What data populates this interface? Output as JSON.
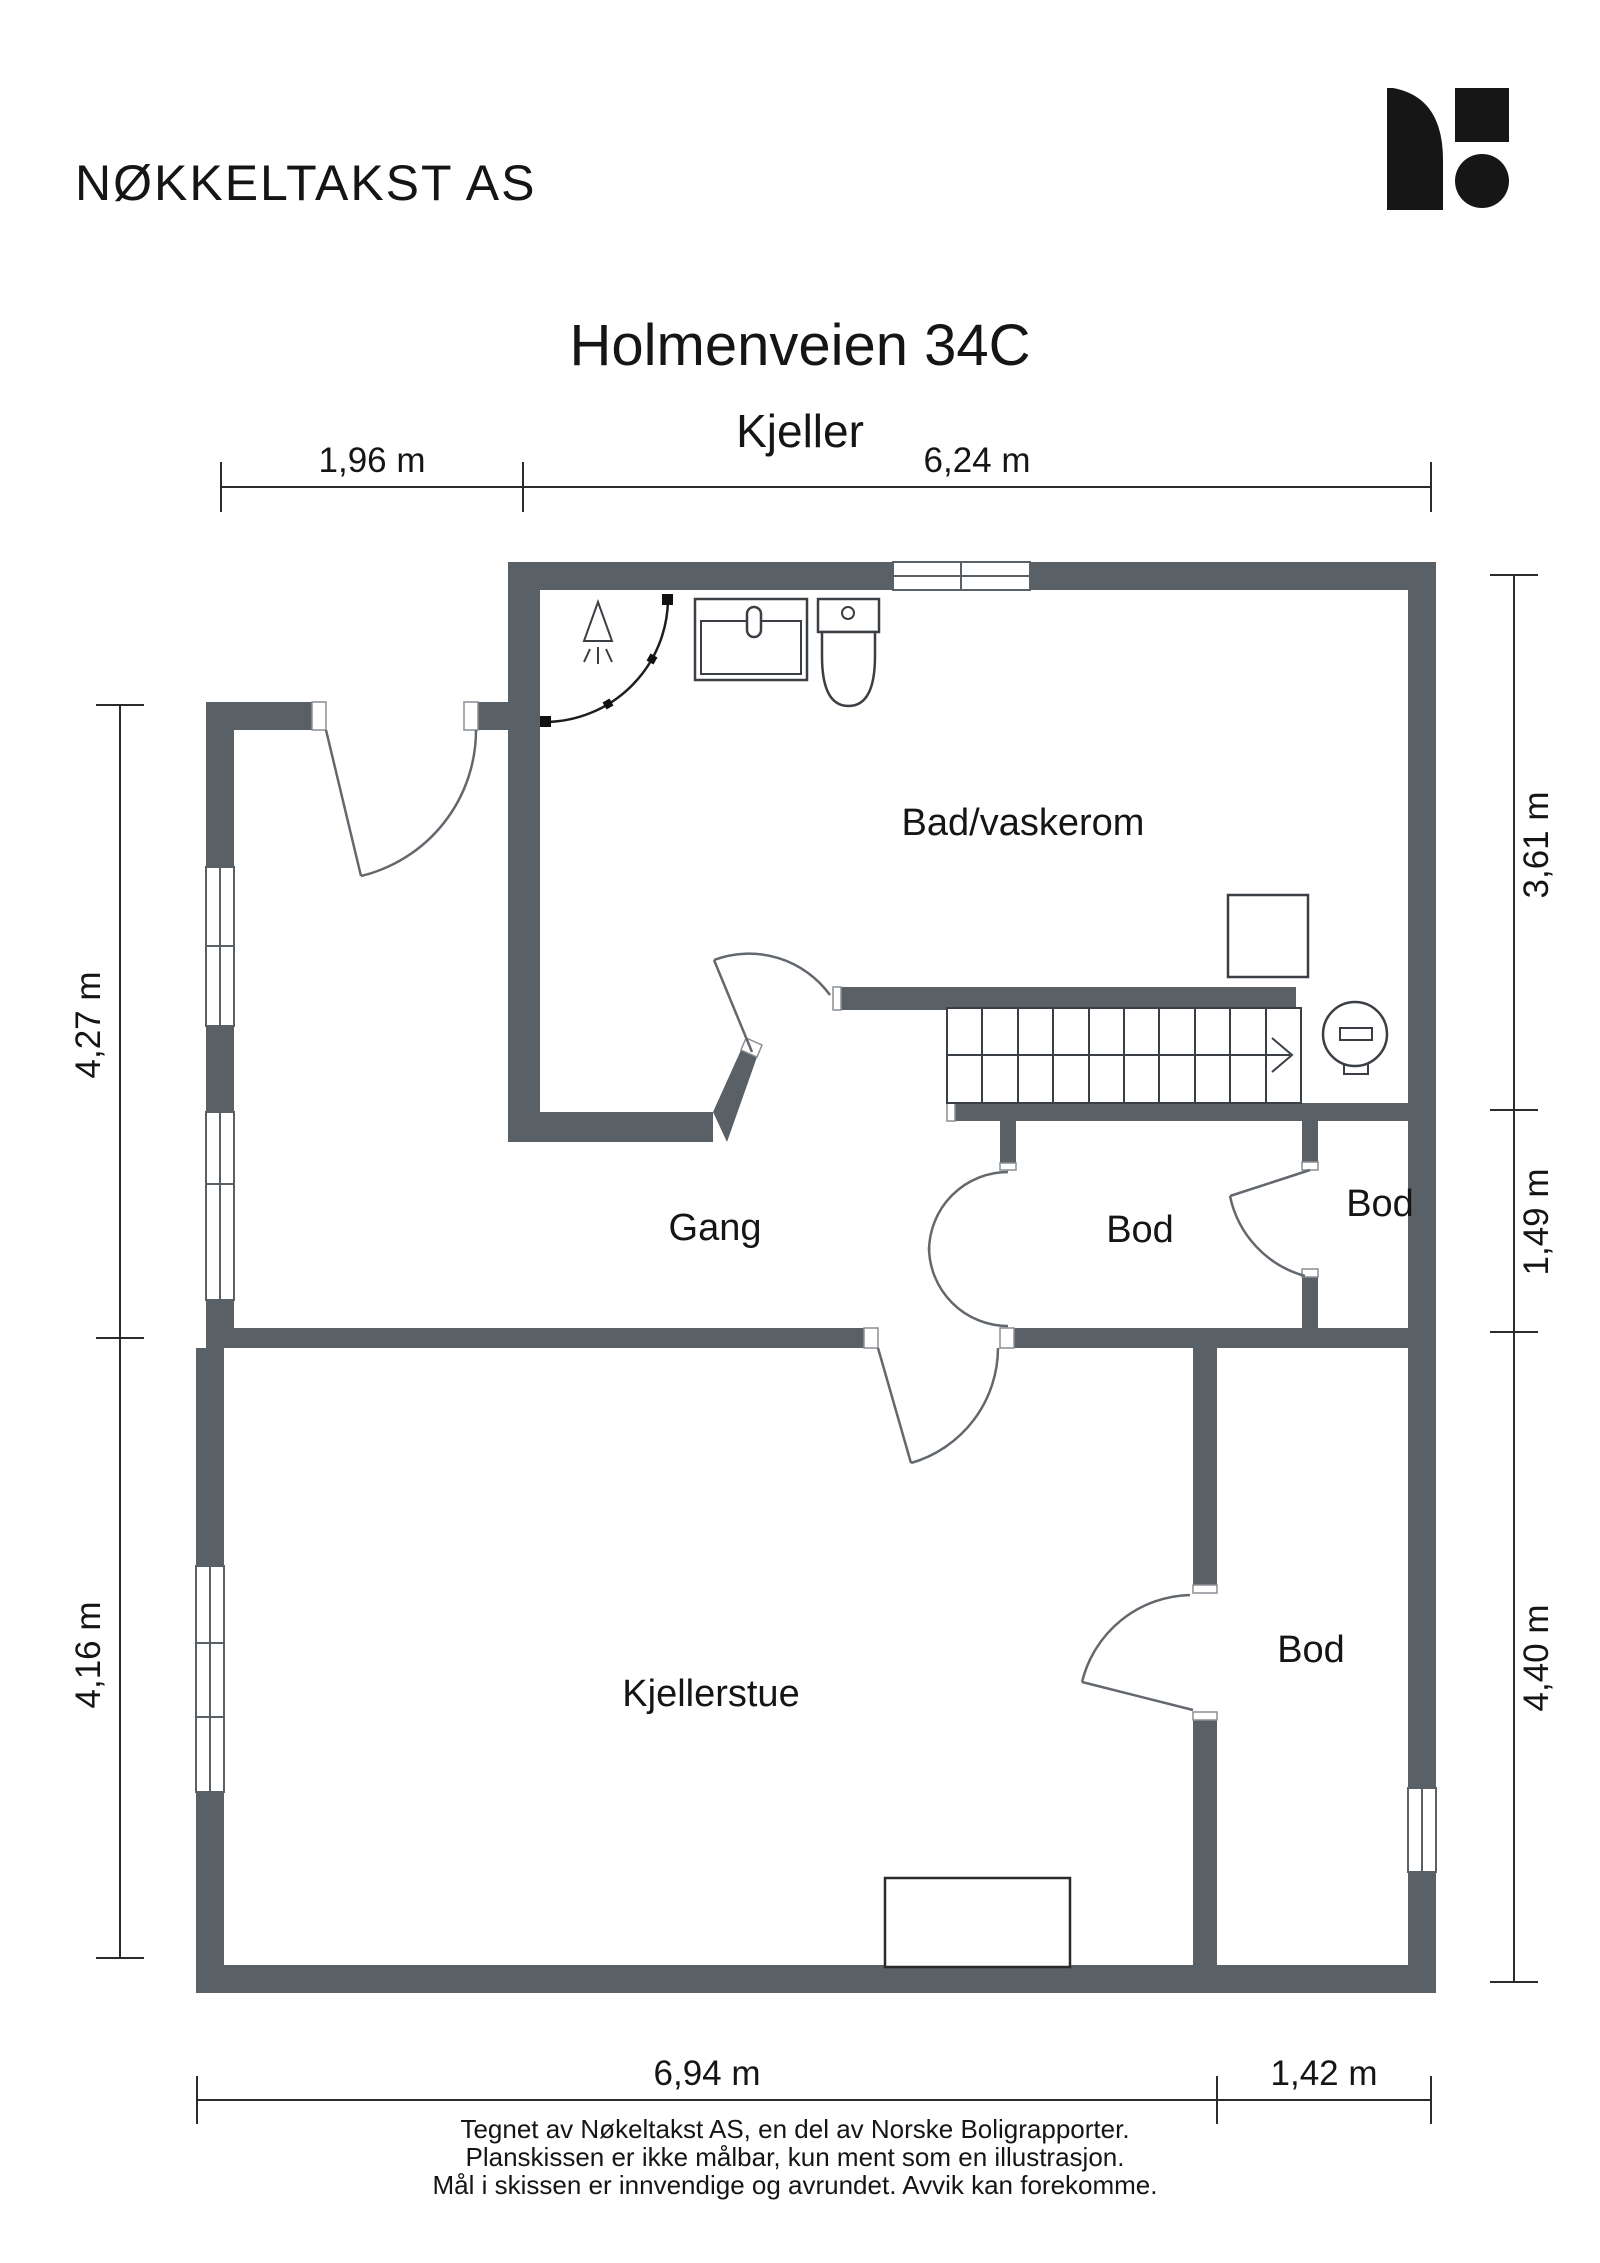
{
  "header": {
    "company": "NØKKELTAKST AS",
    "logo": "brand-logo-rounded-bar-square-circle"
  },
  "title": "Holmenveien 34C",
  "subtitle": "Kjeller",
  "dimensions": {
    "top_left": "1,96 m",
    "top_right": "6,24 m",
    "left_upper": "4,27 m",
    "left_lower": "4,16 m",
    "right_upper": "3,61 m",
    "right_middle": "1,49 m",
    "right_lower": "4,40 m",
    "bottom_left": "6,94 m",
    "bottom_right": "1,42 m"
  },
  "rooms": {
    "bathroom": "Bad/vaskerom",
    "hallway": "Gang",
    "storage_middle": "Bod",
    "storage_right": "Bod",
    "basement_living": "Kjellerstue",
    "storage_lower": "Bod"
  },
  "fixtures": {
    "shower": "shower-icon",
    "sink": "sink-icon",
    "toilet": "toilet-icon",
    "water_heater": "water-heater-icon",
    "tank": "round-tank-icon",
    "stairs": "staircase-with-direction-arrow",
    "fireplace": "hearth-rectangle"
  },
  "footer": {
    "line1": "Tegnet av Nøkeltakst AS, en del av Norske Boligrapporter.",
    "line2": "Planskissen er ikke målbar, kun ment som en illustrasjon.",
    "line3": "Mål i skissen er innvendige og avrundet. Avvik kan forekomme."
  },
  "colors": {
    "wall": "#596066",
    "fixture_line": "#3a3f46",
    "dimension_line": "#2b2b2b",
    "text": "#151515",
    "background": "#ffffff"
  }
}
